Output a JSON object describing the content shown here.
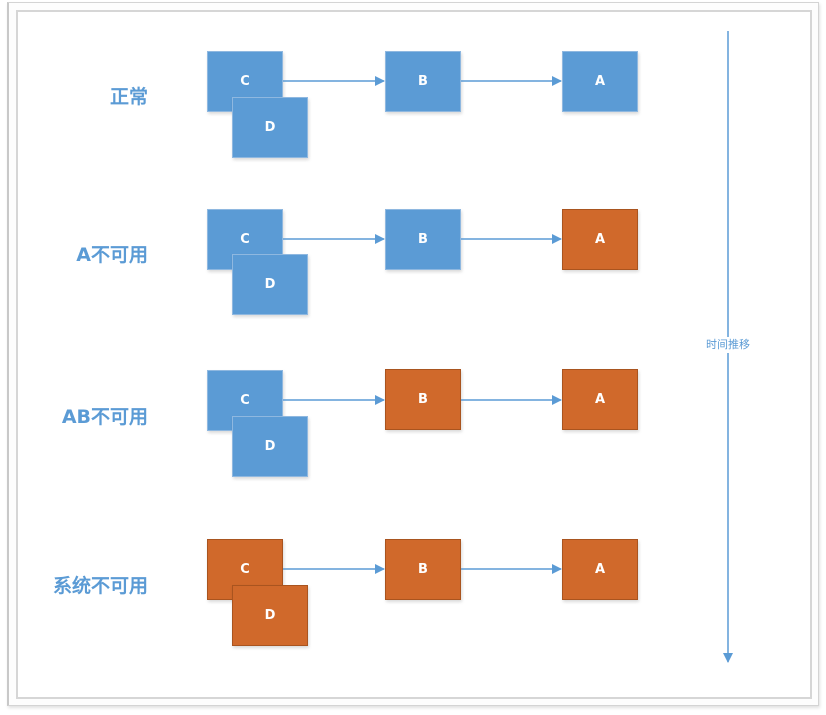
{
  "colors": {
    "available": "#5b9bd5",
    "unavailable": "#d0692b",
    "arrow": "#5b9bd5",
    "label": "#5b9bd5"
  },
  "timeline": {
    "label": "时间推移",
    "direction": "down"
  },
  "rows": [
    {
      "label": "正常",
      "nodes": {
        "C": "C",
        "D": "D",
        "B": "B",
        "A": "A"
      },
      "status": {
        "C": "available",
        "D": "available",
        "B": "available",
        "A": "available"
      }
    },
    {
      "label": "A不可用",
      "nodes": {
        "C": "C",
        "D": "D",
        "B": "B",
        "A": "A"
      },
      "status": {
        "C": "available",
        "D": "available",
        "B": "available",
        "A": "unavailable"
      }
    },
    {
      "label": "AB不可用",
      "nodes": {
        "C": "C",
        "D": "D",
        "B": "B",
        "A": "A"
      },
      "status": {
        "C": "available",
        "D": "available",
        "B": "unavailable",
        "A": "unavailable"
      }
    },
    {
      "label": "系统不可用",
      "nodes": {
        "C": "C",
        "D": "D",
        "B": "B",
        "A": "A"
      },
      "status": {
        "C": "unavailable",
        "D": "unavailable",
        "B": "unavailable",
        "A": "unavailable"
      }
    }
  ],
  "edges": [
    {
      "from": "C",
      "to": "B"
    },
    {
      "from": "B",
      "to": "A"
    }
  ]
}
